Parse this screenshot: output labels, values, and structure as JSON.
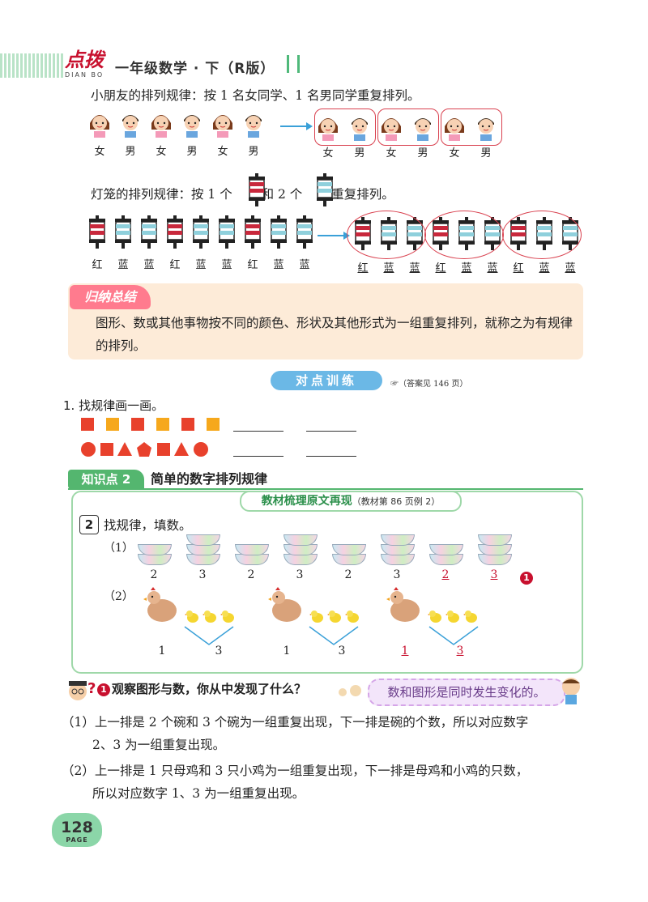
{
  "header": {
    "logo_text": "点拨",
    "logo_sub": "DIAN BO",
    "book_title": "一年级数学 · 下（R版）"
  },
  "section1": {
    "kids_rule": "小朋友的排列规律：按 1 名女同学、1 名男同学重复排列。",
    "kids_labels": [
      "女",
      "男",
      "女",
      "男",
      "女",
      "男"
    ],
    "lantern_rule_prefix": "灯笼的排列规律：按 1 个",
    "lantern_rule_middle": "和 2 个",
    "lantern_rule_suffix": "重复排列。",
    "lantern_labels": [
      "红",
      "蓝",
      "蓝",
      "红",
      "蓝",
      "蓝",
      "红",
      "蓝",
      "蓝"
    ],
    "colors": {
      "red": "#c8283c",
      "blue": "#8fd0dc"
    }
  },
  "summary": {
    "tag": "归纳总结",
    "text": "图形、数或其他事物按不同的颜色、形状及其他形式为一组重复排列，就称之为有规律的排列。"
  },
  "training": {
    "banner": "对点训练",
    "note": "☞（答案见 146 页）",
    "q1_label": "1. 找规律画一画。",
    "row1_colors": [
      "#e8412c",
      "#f6a81c",
      "#e8412c",
      "#f6a81c",
      "#e8412c",
      "#f6a81c"
    ]
  },
  "knowledge": {
    "tag": "知识点 2",
    "title": "简单的数字排列规律",
    "banner": "教材梳理原文再现",
    "banner_ref": "（教材第 86 页例 2）",
    "example_num": "2",
    "example_q": "找规律，填数。",
    "part1_label": "（1）",
    "part1_numbers": [
      "2",
      "3",
      "2",
      "3",
      "2",
      "3"
    ],
    "part1_answers": [
      "2",
      "3"
    ],
    "badge": "1",
    "part2_label": "（2）",
    "part2_numbers": [
      "1",
      "3",
      "1",
      "3"
    ],
    "part2_answers": [
      "1",
      "3"
    ]
  },
  "observe": {
    "badge": "1",
    "question": "观察图形与数，你从中发现了什么？",
    "answer": "数和图形是同时发生变化的。"
  },
  "explanations": [
    {
      "label": "（1）",
      "line1": "上一排是 2 个碗和 3 个碗为一组重复出现，下一排是碗的个数，所以对应数字",
      "line2": "2、3 为一组重复出现。"
    },
    {
      "label": "（2）",
      "line1": "上一排是 1 只母鸡和 3 只小鸡为一组重复出现，下一排是母鸡和小鸡的只数，",
      "line2": "所以对应数字 1、3 为一组重复出现。"
    }
  ],
  "page": {
    "number": "128",
    "label": "PAGE"
  }
}
